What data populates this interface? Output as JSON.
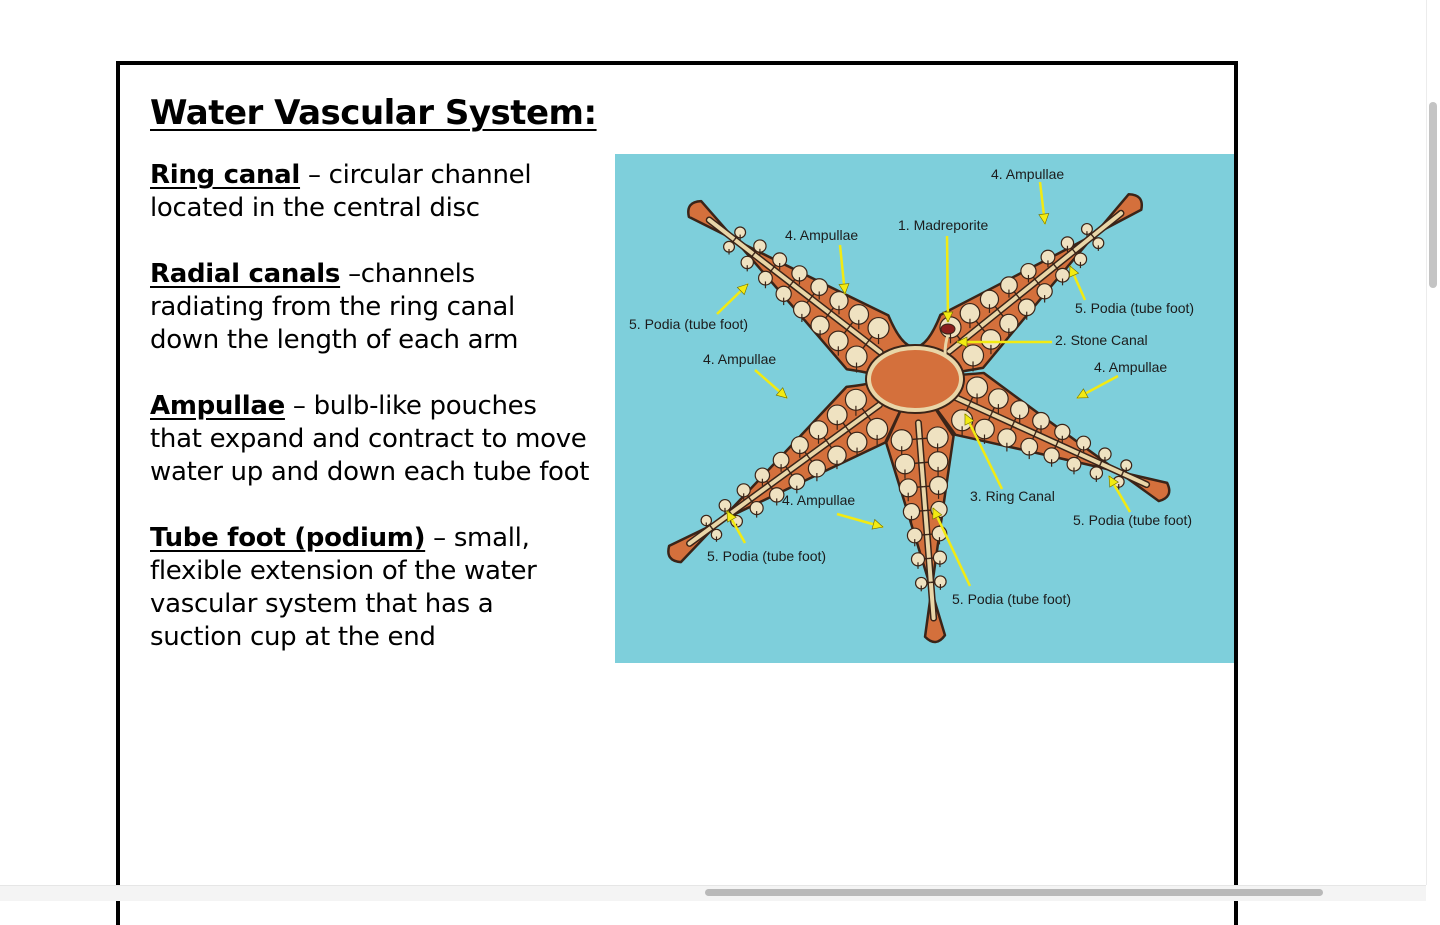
{
  "slide": {
    "title": "Water Vascular System:",
    "definitions": [
      {
        "term": "Ring canal",
        "separator": " – ",
        "text": "circular channel located in the central disc"
      },
      {
        "term": "Radial canals",
        "separator": " –",
        "text": "channels radiating from the ring canal down the length of each arm"
      },
      {
        "term": "Ampullae",
        "separator": " – ",
        "text": "bulb-like pouches that expand and contract to move water up and down each tube foot"
      },
      {
        "term": "Tube foot (podium)",
        "separator": " – ",
        "text": "small, flexible extension of the water vascular system that has a suction cup at the end"
      }
    ]
  },
  "diagram": {
    "colors": {
      "background": "#7ecfdb",
      "body": "#d4703c",
      "outline": "#3a2418",
      "canal": "#e9d6a8",
      "ampulla": "#efe2c1",
      "arrow": "#f2ea12",
      "madreporite": "#8b1e1e"
    },
    "labels": {
      "ampullae_top": "4. Ampullae",
      "ampullae_upper_left": "4. Ampullae",
      "madreporite": "1. Madreporite",
      "podia_top_right": "5. Podia (tube foot)",
      "podia_left": "5. Podia (tube foot)",
      "stone_canal": "2. Stone Canal",
      "ampullae_left": "4. Ampullae",
      "ampullae_right": "4. Ampullae",
      "ampullae_bottom": "4. Ampullae",
      "ring_canal": "3. Ring Canal",
      "podia_right": "5. Podia (tube foot)",
      "podia_bottom_left": "5. Podia (tube foot)",
      "podia_bottom": "5. Podia (tube foot)"
    }
  }
}
